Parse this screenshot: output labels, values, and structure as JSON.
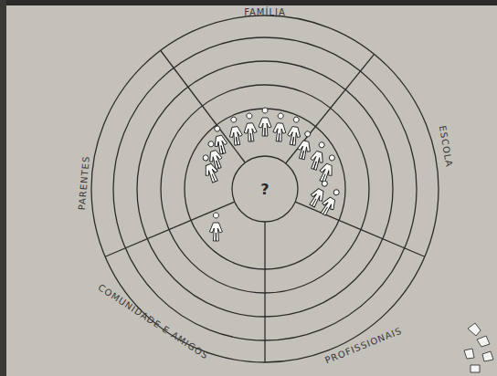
{
  "diagram": {
    "labels": [
      "FAMÍLIA",
      "ESCOLA",
      "PARENTES",
      "COMUNIDADE E AMIGOS",
      "PROFISSIONAIS",
      "?"
    ]
  }
}
